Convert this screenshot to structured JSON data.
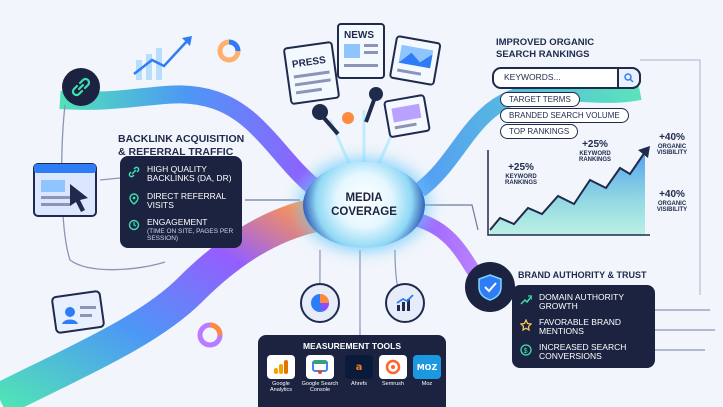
{
  "center": {
    "line1": "MEDIA",
    "line2": "COVERAGE"
  },
  "press_icons": {
    "press": "PRESS",
    "news": "NEWS"
  },
  "backlinks": {
    "title_line1": "BACKLINK ACQUISITION",
    "title_line2": "& REFERRAL TRAFFIC",
    "items": [
      {
        "main": "HIGH QUALITY BACKLINKS (DA, DR)",
        "sub": ""
      },
      {
        "main": "DIRECT REFERRAL VISITS",
        "sub": ""
      },
      {
        "main": "ENGAGEMENT",
        "sub": "(TIME ON SITE, PAGES PER SESSION)"
      }
    ]
  },
  "rankings": {
    "title_line1": "IMPROVED ORGANIC",
    "title_line2": "SEARCH RANKINGS",
    "search_placeholder": "KEYWORDS...",
    "pills": [
      "TARGET TERMS",
      "BRANDED SEARCH VOLUME",
      "TOP RANKINGS"
    ],
    "labels": [
      {
        "value": "+25%",
        "text": "KEYWORD RANKINGS"
      },
      {
        "value": "+25%",
        "text": "KEYWORD RANKINGS"
      },
      {
        "value": "+40%",
        "text": "ORGANIC VISIBILITY"
      },
      {
        "value": "+40%",
        "text": "ORGANIC VISIBILITY"
      }
    ]
  },
  "brand": {
    "title": "BRAND AUTHORITY & TRUST",
    "items": [
      "DOMAIN AUTHORITY GROWTH",
      "FAVORABLE BRAND MENTIONS",
      "INCREASED SEARCH CONVERSIONS"
    ]
  },
  "tools": {
    "title": "MEASUREMENT TOOLS",
    "items": [
      {
        "name": "Google Analytics",
        "color": "#f4a300"
      },
      {
        "name": "Google Search Console",
        "color": "#4285f4"
      },
      {
        "name": "Ahrefs",
        "color": "#f57c20"
      },
      {
        "name": "Semrush",
        "color": "#ff642d"
      },
      {
        "name": "Moz",
        "color": "#1b98e0"
      }
    ]
  },
  "colors": {
    "navy": "#1b2340",
    "accent_blue": "#2f7df6",
    "accent_purple": "#8a4dff",
    "accent_green": "#35d3a0",
    "accent_orange": "#ff8a3d"
  }
}
